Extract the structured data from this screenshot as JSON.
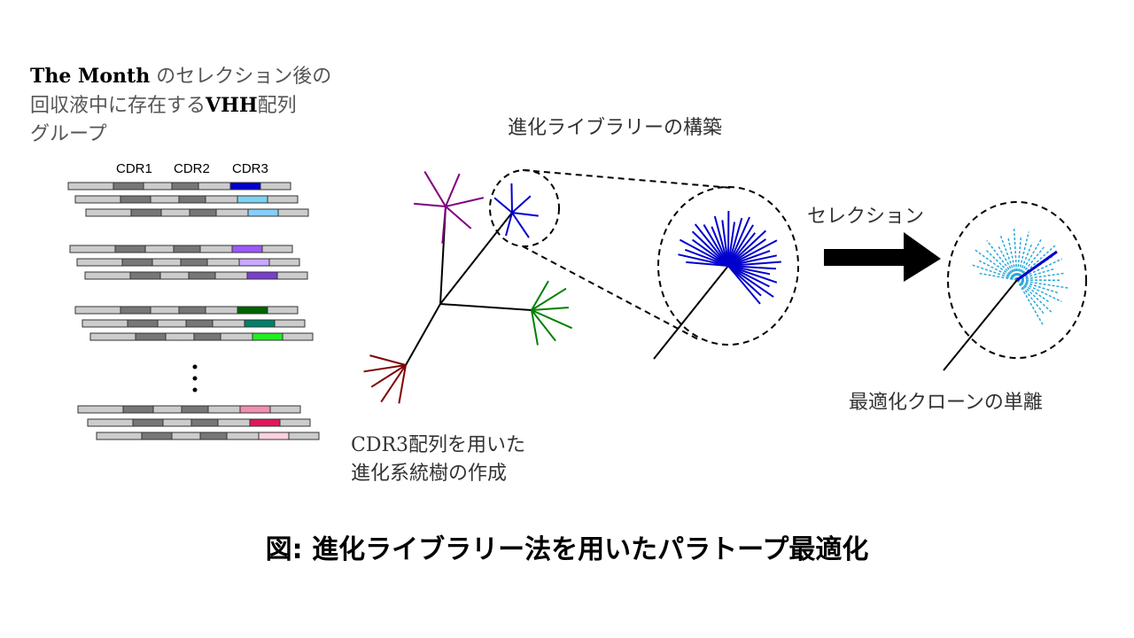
{
  "intro": {
    "line1_bold": "The Month",
    "line1_rest": "のセレクション後の",
    "line2_pre": "回収液中に存在する",
    "line2_bold": "VHH",
    "line2_post": "配列",
    "line3": "グループ"
  },
  "cdr_headers": [
    "CDR1",
    "CDR2",
    "CDR3"
  ],
  "labels": {
    "library_construction": "進化ライブラリーの構築",
    "selection": "セレクション",
    "isolation": "最適化クローンの単離",
    "tree_line1": "CDR3配列を用いた",
    "tree_line2": "進化系統樹の作成"
  },
  "caption": "図: 進化ライブラリー法を用いたパラトープ最適化",
  "colors": {
    "cdr3_group1": [
      "#0000cc",
      "#7fd3f0",
      "#87cefa"
    ],
    "cdr3_group2": [
      "#9b59ff",
      "#c9a8ff",
      "#7b3fd0"
    ],
    "cdr3_group3": [
      "#006400",
      "#00806a",
      "#22ee22"
    ],
    "cdr3_group4": [
      "#f08fb0",
      "#e0185a",
      "#ffd0e0"
    ],
    "branch_purple": "#800080",
    "branch_blue": "#0000cc",
    "branch_green": "#008000",
    "branch_darkred": "#800000",
    "selected_light": "#29a9d9"
  }
}
